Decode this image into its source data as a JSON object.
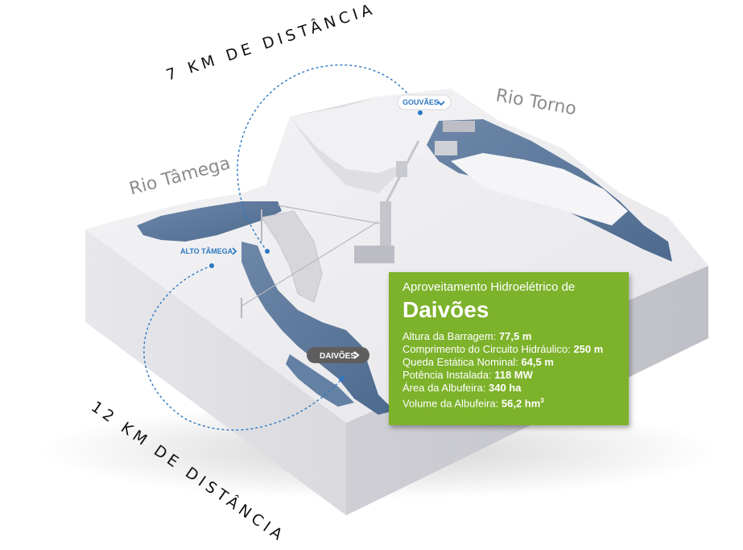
{
  "rivers": {
    "tamega": "Rio Tâmega",
    "torno": "Rio Torno"
  },
  "distances": {
    "top": "7 KM DE DISTÂNCIA",
    "bottom": "12 KM DE DISTÂNCIA"
  },
  "locations": {
    "gouvaes": "GOUVÃES",
    "alto_tamega": "ALTO TÂMEGA",
    "daivoes": "DAIVÕES"
  },
  "info_panel": {
    "subtitle": "Aproveitamento Hidroelétrico de",
    "title": "Daivões",
    "rows": [
      {
        "label": "Altura da Barragem:",
        "value": "77,5 m"
      },
      {
        "label": "Comprimento do Circuito Hidráulico:",
        "value": "250 m"
      },
      {
        "label": "Queda Estática Nominal:",
        "value": "64,5 m"
      },
      {
        "label": "Potência Instalada:",
        "value": "118 MW"
      },
      {
        "label": "Área da Albufeira:",
        "value": "340 ha"
      },
      {
        "label": "Volume da Albufeira:",
        "value": "56,2 hm",
        "sup": "3"
      }
    ]
  },
  "colors": {
    "panel": "#7db22b",
    "water": "#5b7799",
    "terrain": "#e9e9ec",
    "route": "#2b78c2"
  }
}
